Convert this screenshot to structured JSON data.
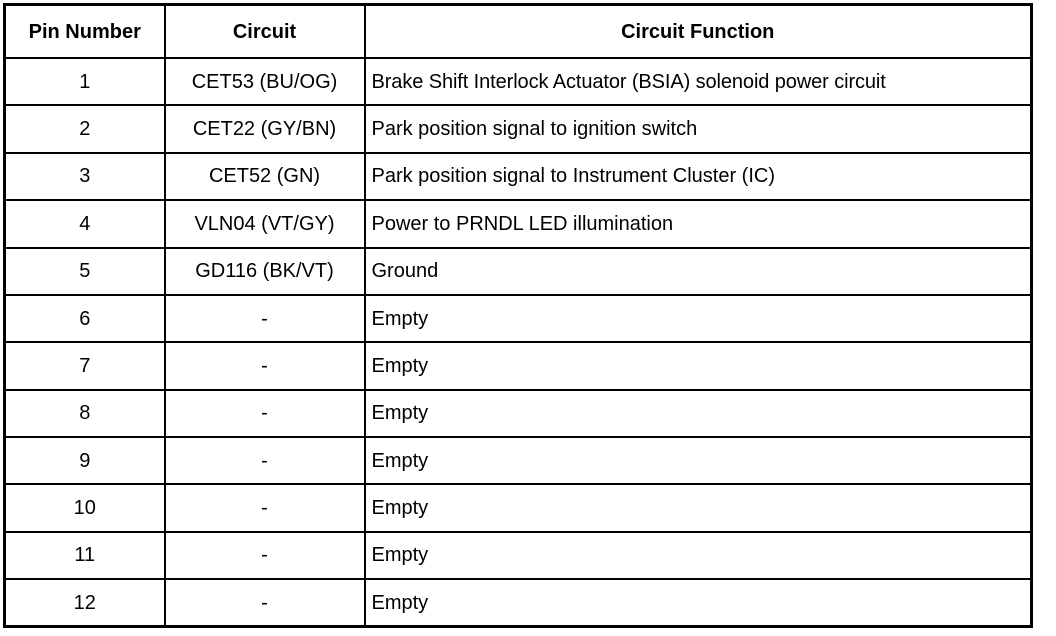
{
  "table": {
    "name": "connector-pinout",
    "columns": [
      {
        "key": "pin",
        "label": "Pin Number",
        "align": "center"
      },
      {
        "key": "circuit",
        "label": "Circuit",
        "align": "center"
      },
      {
        "key": "function",
        "label": "Circuit Function",
        "align": "left"
      }
    ],
    "headers": {
      "pin": "Pin Number",
      "circuit": "Circuit",
      "function": "Circuit Function"
    },
    "rows": [
      {
        "pin": "1",
        "circuit": "CET53 (BU/OG)",
        "function": "Brake Shift Interlock Actuator (BSIA) solenoid power circuit"
      },
      {
        "pin": "2",
        "circuit": "CET22 (GY/BN)",
        "function": "Park position signal to ignition switch"
      },
      {
        "pin": "3",
        "circuit": "CET52 (GN)",
        "function": "Park position signal to Instrument Cluster (IC)"
      },
      {
        "pin": "4",
        "circuit": "VLN04 (VT/GY)",
        "function": "Power to PRNDL LED illumination"
      },
      {
        "pin": "5",
        "circuit": "GD116 (BK/VT)",
        "function": "Ground"
      },
      {
        "pin": "6",
        "circuit": "-",
        "function": "Empty"
      },
      {
        "pin": "7",
        "circuit": "-",
        "function": "Empty"
      },
      {
        "pin": "8",
        "circuit": "-",
        "function": "Empty"
      },
      {
        "pin": "9",
        "circuit": "-",
        "function": "Empty"
      },
      {
        "pin": "10",
        "circuit": "-",
        "function": "Empty"
      },
      {
        "pin": "11",
        "circuit": "-",
        "function": "Empty"
      },
      {
        "pin": "12",
        "circuit": "-",
        "function": "Empty"
      }
    ]
  },
  "style": {
    "border_color": "#000000",
    "text_color": "#000000",
    "background": "#ffffff"
  }
}
